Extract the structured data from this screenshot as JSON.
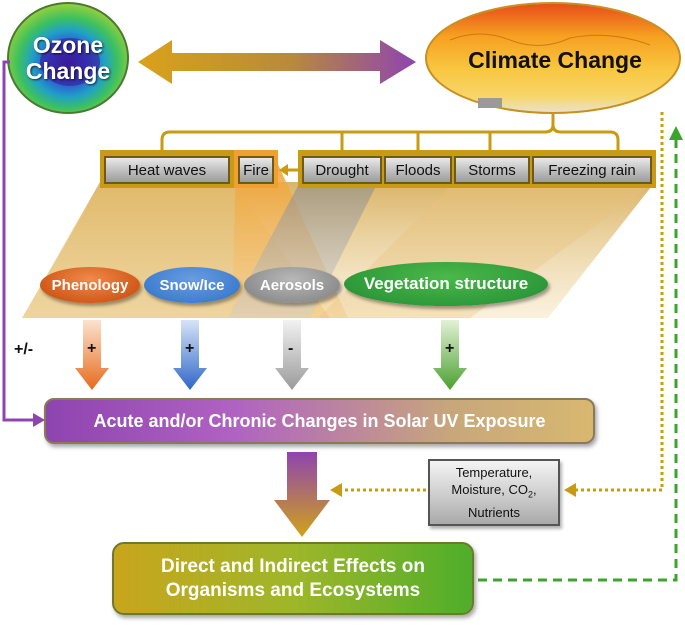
{
  "ozone": {
    "line1": "Ozone",
    "line2": "Change"
  },
  "climate": {
    "label": "Climate Change"
  },
  "hazards": [
    {
      "label": "Heat waves"
    },
    {
      "label": "Fire"
    },
    {
      "label": "Drought"
    },
    {
      "label": "Floods"
    },
    {
      "label": "Storms"
    },
    {
      "label": "Freezing rain"
    }
  ],
  "mediators": [
    {
      "label": "Phenology",
      "color": "#e0702a"
    },
    {
      "label": "Snow/Ice",
      "color": "#3f7fd0"
    },
    {
      "label": "Aerosols",
      "color": "#9a9a9a"
    },
    {
      "label": "Vegetation structure",
      "color": "#2e9a3a"
    }
  ],
  "signs": {
    "ozone": "+/-",
    "phenology": "+",
    "snow_ice": "+",
    "aerosols": "-",
    "vegetation": "+"
  },
  "uv_box": {
    "label": "Acute and/or Chronic Changes in Solar UV Exposure"
  },
  "factors": {
    "line1": "Temperature,",
    "line2_prefix": "Moisture, CO",
    "line2_sub": "2",
    "line2_suffix": ",",
    "line3": "Nutrients"
  },
  "effects": {
    "line1": "Direct and Indirect Effects on",
    "line2": "Organisms and Ecosystems"
  },
  "colors": {
    "ozone_link": "#8e44b0",
    "climate_link": "#c99a14",
    "feedback": "#3aa52a",
    "tan_fan": "#e8c47a"
  }
}
